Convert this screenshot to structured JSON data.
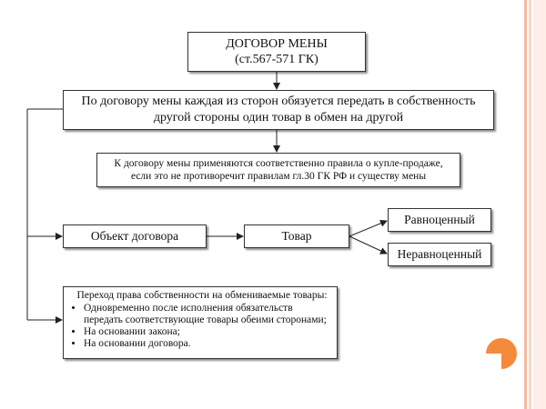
{
  "diagram": {
    "title": {
      "line1": "ДОГОВОР МЕНЫ",
      "line2": "(ст.567-571 ГК)"
    },
    "definition": {
      "line1": "По договору мены каждая из сторон обязуется передать в собственность",
      "line2": "другой стороны один товар в обмен на другой"
    },
    "rule": {
      "line1": "К договору мены применяются соответственно правила о купле-продаже,",
      "line2": "если это не противоречит правилам гл.30 ГК РФ и существу мены"
    },
    "object_label": "Объект договора",
    "goods_label": "Товар",
    "equal_label": "Равноценный",
    "unequal_label": "Неравноценный",
    "transfer": {
      "heading": "Переход права собственности на обмениваемые товары:",
      "items": [
        "Одновременно после исполнения обязательств передать соответствующие товары обеими сторонами;",
        "На основании закона;",
        "На основании договора."
      ]
    }
  },
  "colors": {
    "accent_circle": "#f58a3c",
    "border_stripe_dark": "#f6b89e",
    "border_stripe_light": "#fdeee7"
  }
}
